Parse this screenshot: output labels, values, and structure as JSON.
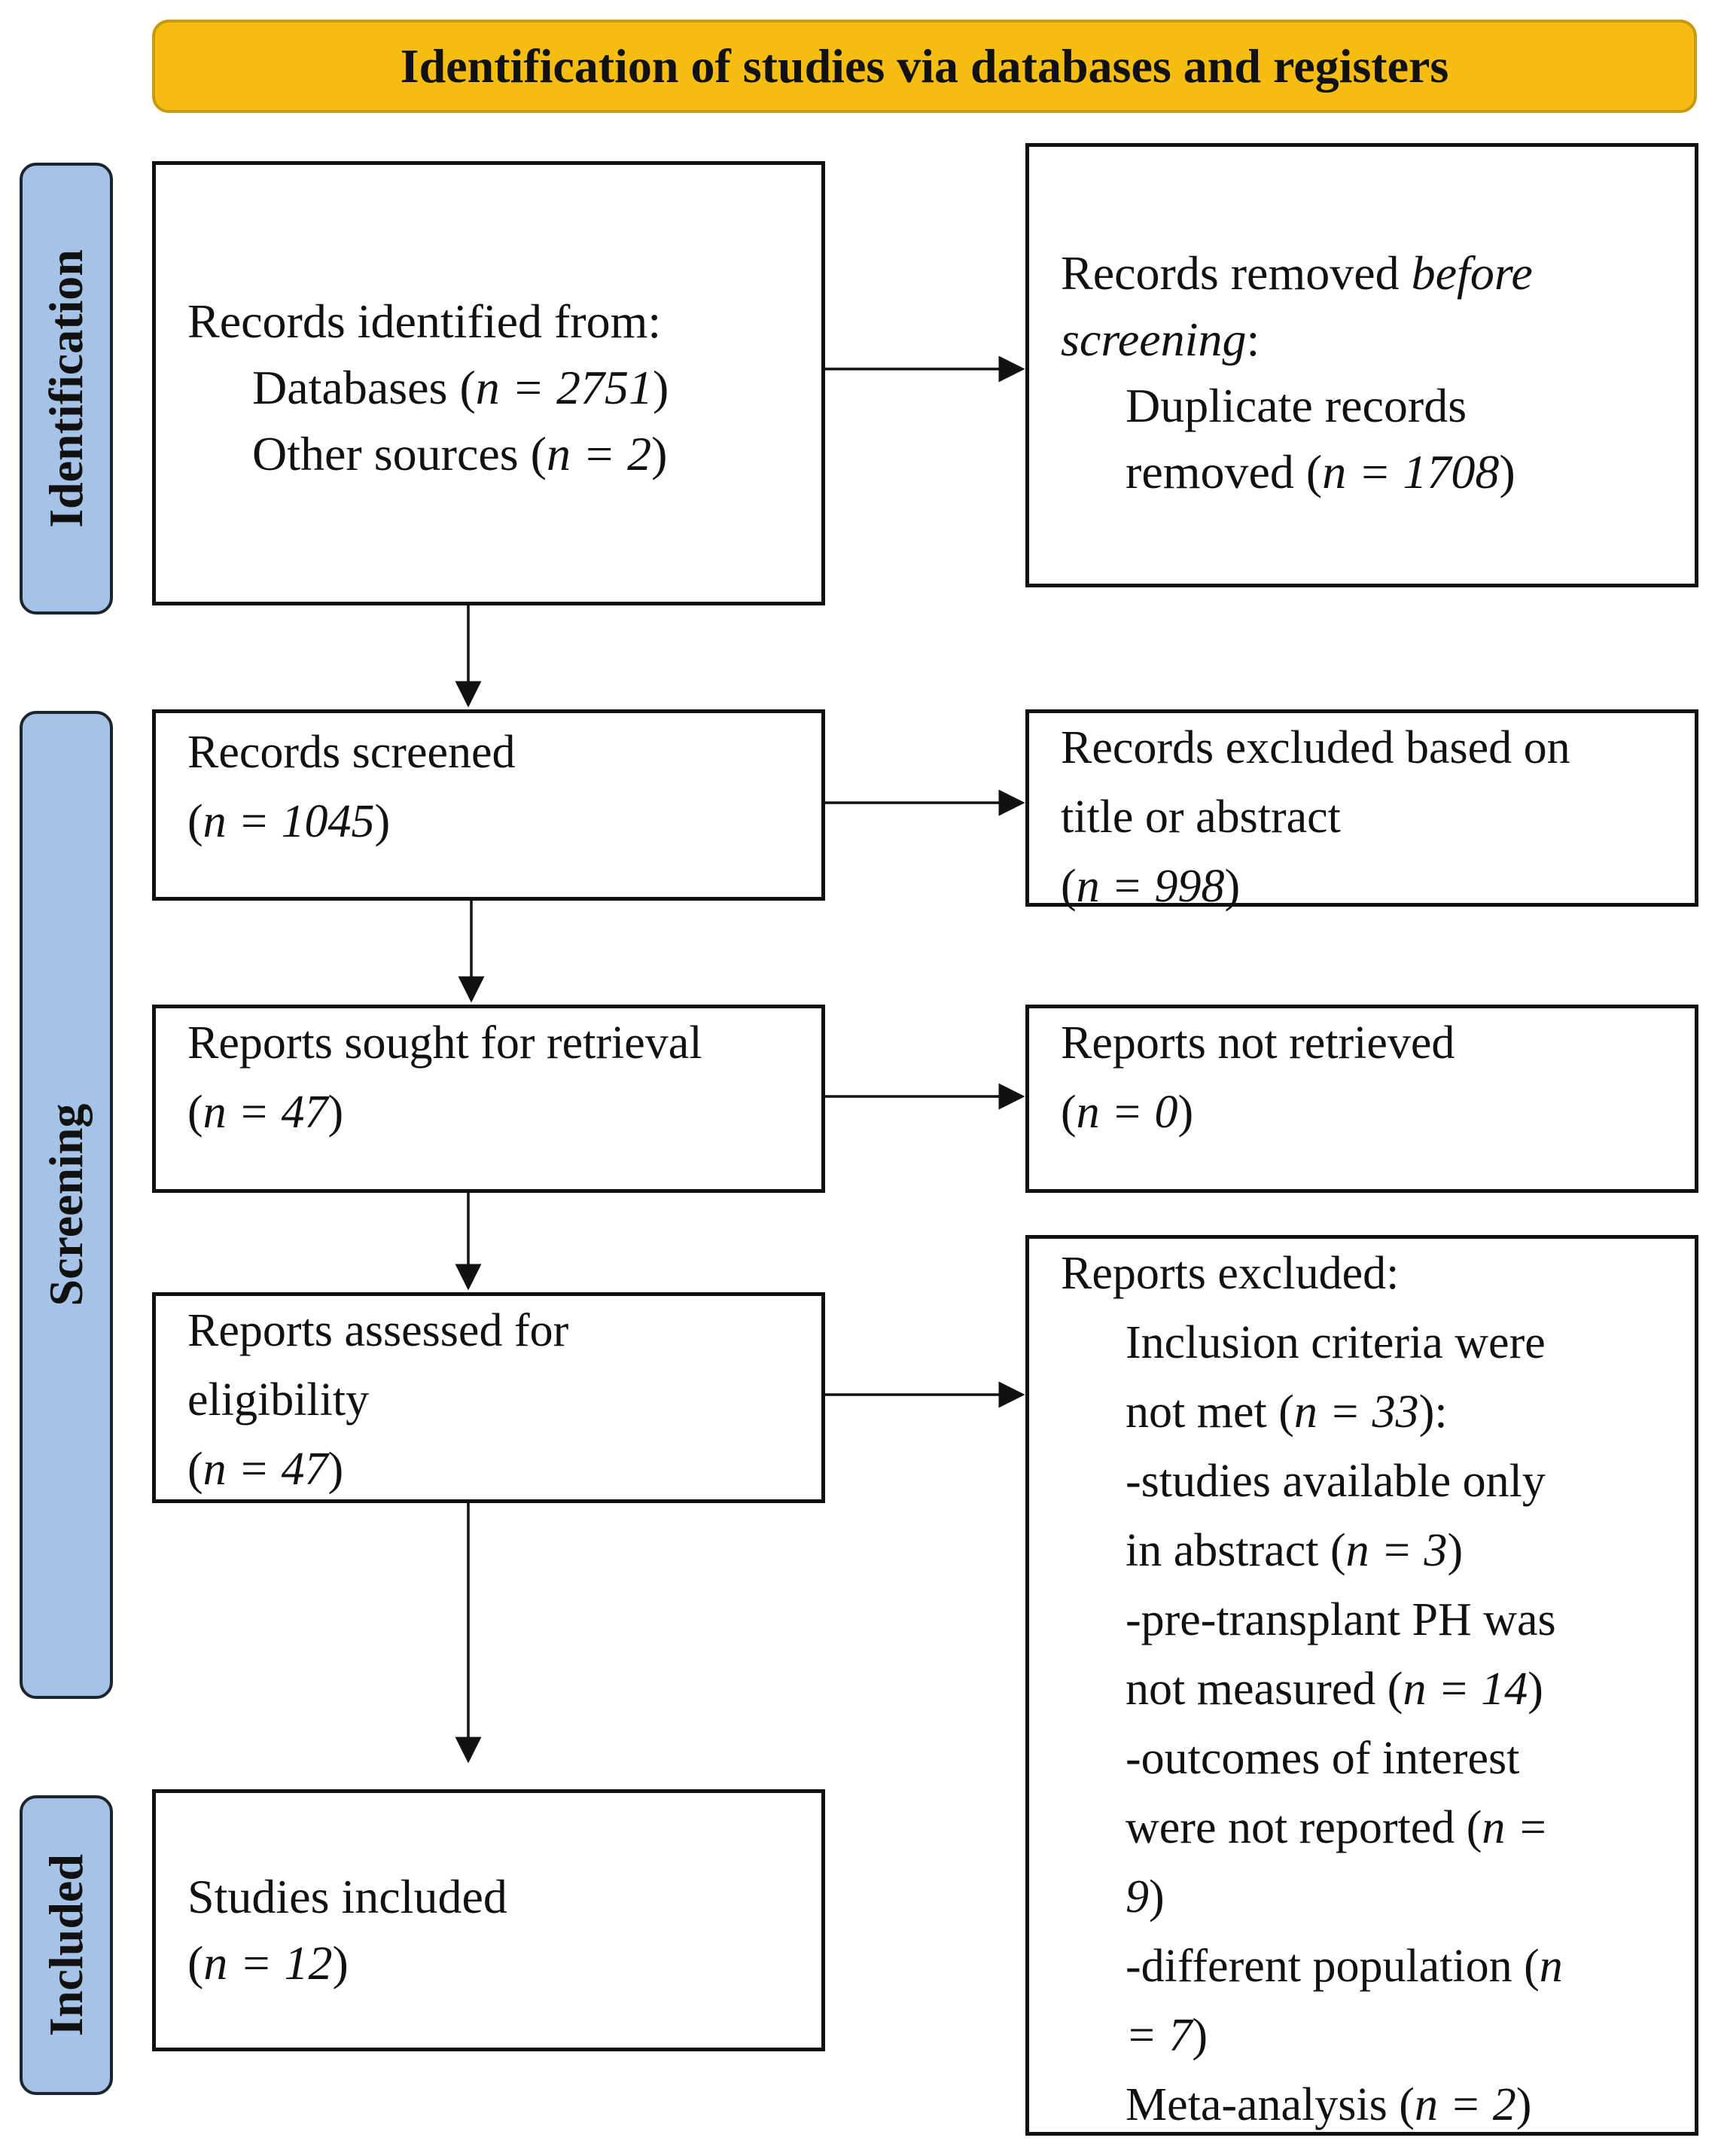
{
  "header": {
    "title": "Identification of studies via databases and registers"
  },
  "phases": {
    "identification": "Identification",
    "screening": "Screening",
    "included": "Included"
  },
  "boxes": {
    "records_identified": {
      "l1": "Records identified from:",
      "l2_pre": "Databases (",
      "l2_val": "n = 2751",
      "l2_post": ")",
      "l3_pre": "Other sources (",
      "l3_val": "n = 2",
      "l3_post": ")"
    },
    "records_removed": {
      "l1_pre": "Records removed ",
      "l1_em": "before",
      "l2_em": "screening",
      "l2_post": ":",
      "l3": "Duplicate records",
      "l4_pre": "removed (",
      "l4_val": "n = 1708",
      "l4_post": ")"
    },
    "records_screened": {
      "l1": "Records screened",
      "l2_pre": "(",
      "l2_val": "n = 1045",
      "l2_post": ")"
    },
    "records_excluded": {
      "l1": "Records excluded based on",
      "l2": "title or abstract",
      "l3_pre": "(",
      "l3_val": "n = 998",
      "l3_post": ")"
    },
    "reports_sought": {
      "l1": "Reports sought for retrieval",
      "l2_pre": "(",
      "l2_val": "n = 47",
      "l2_post": ")"
    },
    "reports_not_retrieved": {
      "l1": "Reports not retrieved",
      "l2_pre": "(",
      "l2_val": "n = 0",
      "l2_post": ")"
    },
    "reports_assessed": {
      "l1": "Reports assessed for",
      "l2": "eligibility",
      "l3_pre": "(",
      "l3_val": "n = 47",
      "l3_post": ")"
    },
    "reports_excluded": {
      "l1": "Reports excluded:",
      "l2": "Inclusion criteria were",
      "l3_pre": "not met (",
      "l3_val": "n = 33",
      "l3_post": "):",
      "l4": "-studies available only",
      "l5_pre": "in abstract (",
      "l5_val": "n = 3",
      "l5_post": ")",
      "l6": "-pre-transplant PH was",
      "l7_pre": "not measured (",
      "l7_val": "n = 14",
      "l7_post": ")",
      "l8": "-outcomes of interest",
      "l9_pre": "were not reported (",
      "l9_val": "n =",
      "l10_val": "9",
      "l10_post": ")",
      "l11_pre": "-different population (",
      "l11_val": "n",
      "l12_val": "= 7",
      "l12_post": ")",
      "l13_pre": "Meta-analysis (",
      "l13_val": "n = 2",
      "l13_post": ")"
    },
    "studies_included": {
      "l1": "Studies included",
      "l2_pre": "(",
      "l2_val": "n = 12",
      "l2_post": ")"
    }
  }
}
